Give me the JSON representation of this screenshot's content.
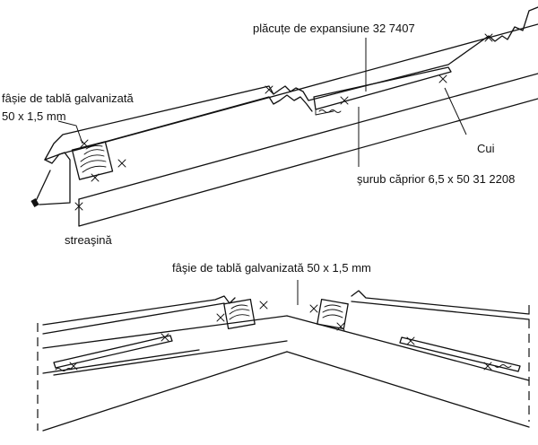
{
  "labels": {
    "expansion_plates": "plăcuțe de expansiune 32 7407",
    "galvanized_strip_line1": "fâșie de tablă galvanizată",
    "galvanized_strip_line2": "50 x 1,5 mm",
    "nail": "Cui",
    "rafter_screw": "şurub căprior 6,5 x 50 31 2208",
    "eaves": "streaşină",
    "galvanized_strip_ridge": "fâşie de tablă galvanizată 50 x 1,5 mm"
  }
}
